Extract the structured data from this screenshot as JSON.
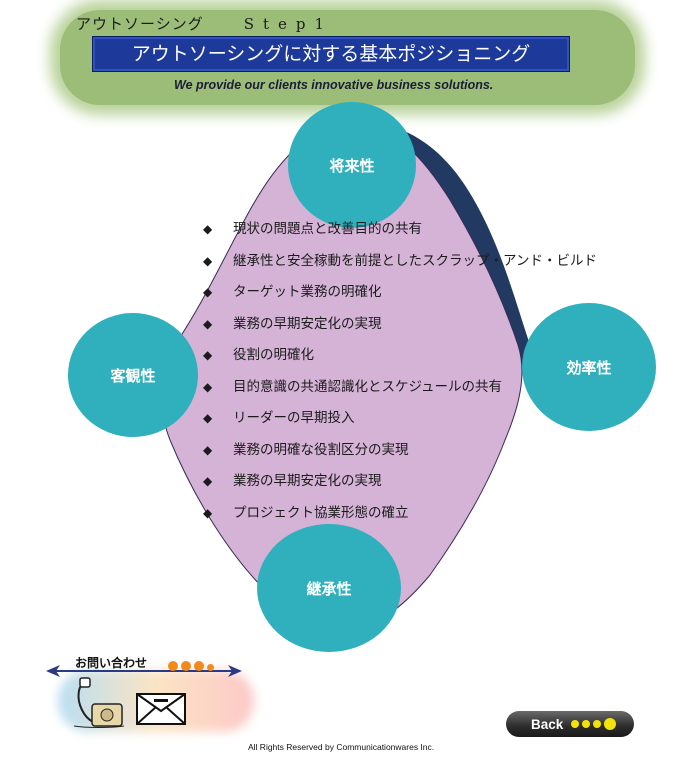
{
  "header": {
    "step_label": "アウトソーシング",
    "step_number": "Step1",
    "title": "アウトソーシングに対する基本ポジショニング",
    "tagline": "We provide our clients innovative business solutions."
  },
  "diagram": {
    "circles": {
      "future": "将来性",
      "objective": "客観性",
      "efficiency": "効率性",
      "succession": "継承性"
    },
    "bullet_mark": "◆",
    "items": [
      "現状の問題点と改善目的の共有",
      "継承性と安全稼動を前提としたスクラップ・アンド・ビルド",
      "ターゲット業務の明確化",
      "業務の早期安定化の実現",
      "役割の明確化",
      "目的意識の共通認識化とスケジュールの共有",
      "リーダーの早期投入",
      "業務の明確な役割区分の実現",
      "業務の早期安定化の実現",
      "プロジェクト協業形態の確立"
    ],
    "colors": {
      "shape_fill": "#d5b3d6",
      "shadow": "#223a62",
      "circle": "#2fb0bc"
    }
  },
  "contact": {
    "label": "お問い合わせ"
  },
  "back_button": {
    "label": "Back"
  },
  "footer": {
    "copyright": "All Rights Reserved by Communicationwares Inc."
  }
}
